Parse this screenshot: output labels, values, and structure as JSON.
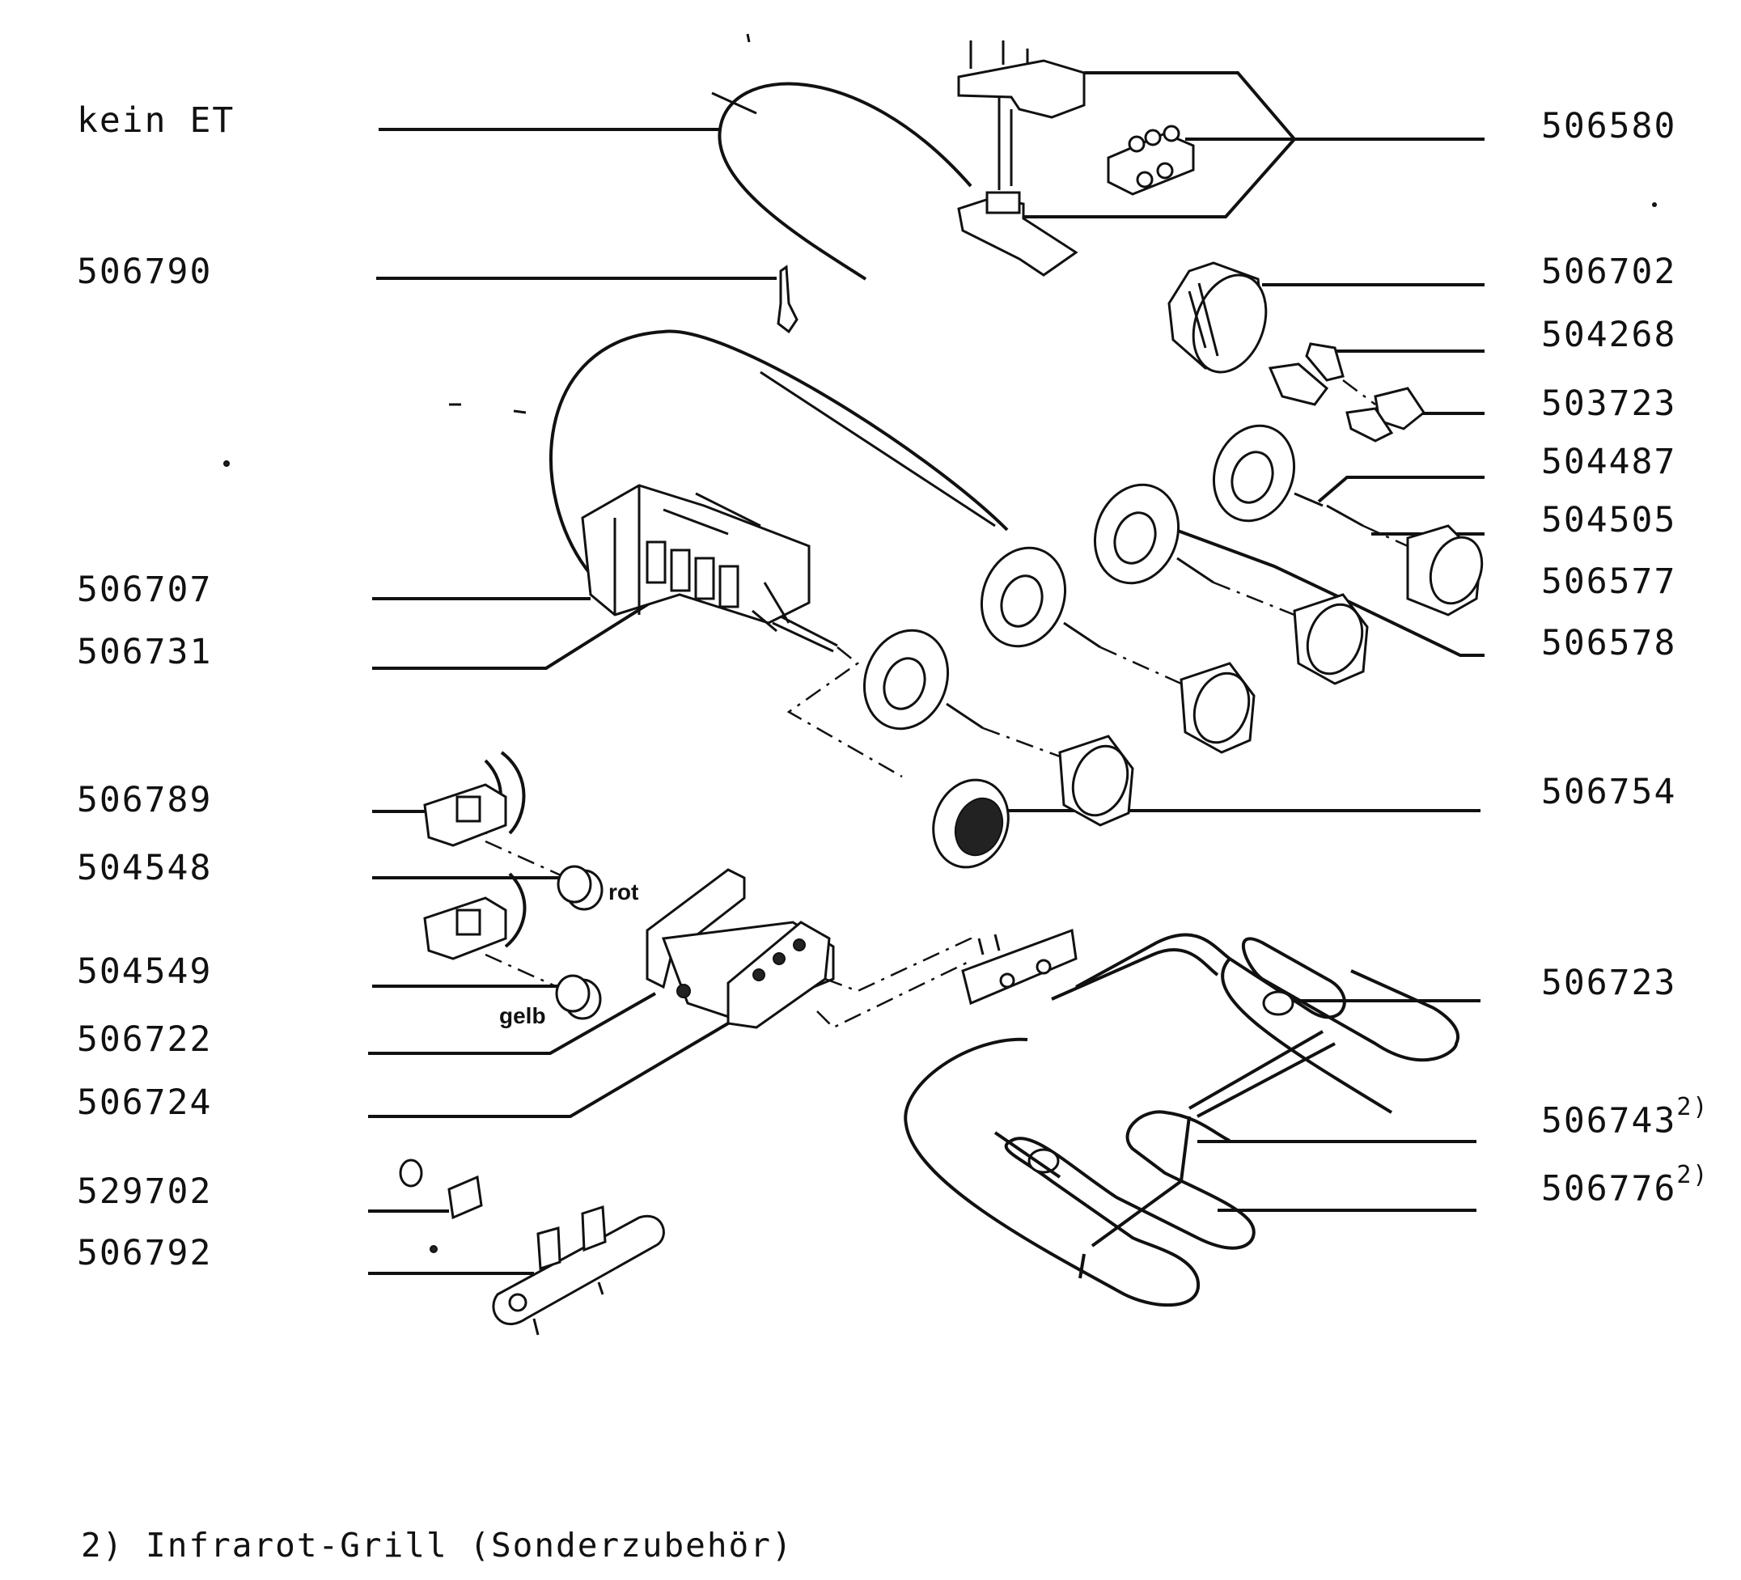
{
  "diagram": {
    "left_labels": [
      {
        "id": "kein-et",
        "text": "kein ET"
      },
      {
        "id": "506790",
        "text": "506790"
      },
      {
        "id": "506707",
        "text": "506707"
      },
      {
        "id": "506731",
        "text": "506731"
      },
      {
        "id": "506789",
        "text": "506789"
      },
      {
        "id": "504548",
        "text": "504548"
      },
      {
        "id": "504549",
        "text": "504549"
      },
      {
        "id": "506722",
        "text": "506722"
      },
      {
        "id": "506724",
        "text": "506724"
      },
      {
        "id": "529702",
        "text": "529702"
      },
      {
        "id": "506792",
        "text": "506792"
      }
    ],
    "right_labels": [
      {
        "id": "506580",
        "text": "506580"
      },
      {
        "id": "506702",
        "text": "506702"
      },
      {
        "id": "504268",
        "text": "504268"
      },
      {
        "id": "503723",
        "text": "503723"
      },
      {
        "id": "504487",
        "text": "504487"
      },
      {
        "id": "504505",
        "text": "504505"
      },
      {
        "id": "506577",
        "text": "506577"
      },
      {
        "id": "506578",
        "text": "506578"
      },
      {
        "id": "506754",
        "text": "506754"
      },
      {
        "id": "506723",
        "text": "506723"
      },
      {
        "id": "506743",
        "text": "506743",
        "footnote": "2)"
      },
      {
        "id": "506776",
        "text": "506776",
        "footnote": "2)"
      }
    ],
    "part_tags": {
      "red": "rot",
      "yellow": "gelb"
    }
  },
  "footnote": "2) Infrarot-Grill (Sonderzubehör)"
}
